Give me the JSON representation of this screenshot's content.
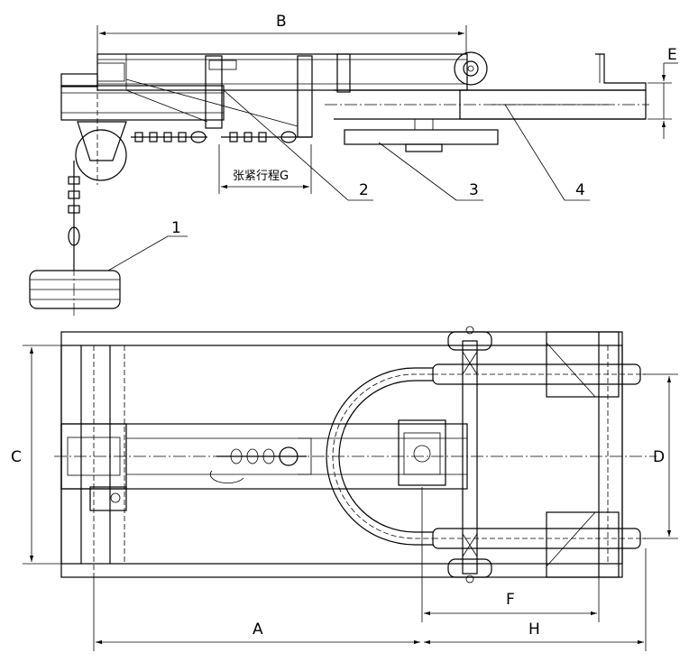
{
  "dimensions": {
    "A": "A",
    "B": "B",
    "C": "C",
    "D": "D",
    "E": "E",
    "F": "F",
    "G_label": "张紧行程G",
    "H": "H"
  },
  "callouts": [
    "1",
    "2",
    "3",
    "4"
  ]
}
